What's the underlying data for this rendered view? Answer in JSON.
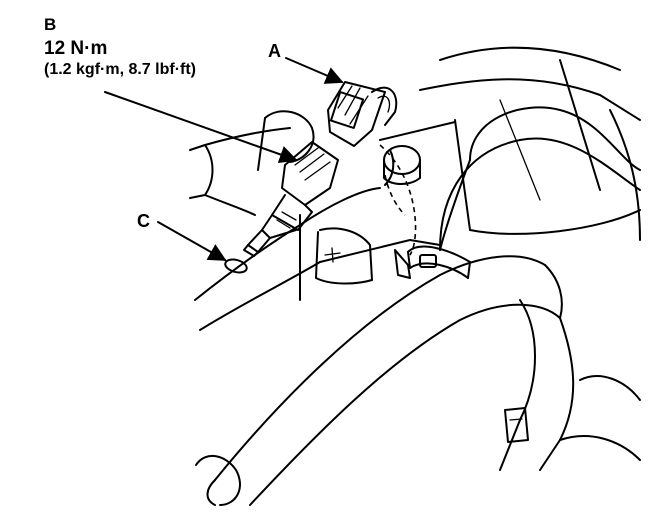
{
  "callouts": {
    "a": {
      "letter": "A"
    },
    "b": {
      "letter": "B",
      "torque": "12 N·m",
      "conversion": "(1.2 kgf·m, 8.7 lbf·ft)"
    },
    "c": {
      "letter": "C"
    }
  },
  "colors": {
    "ink": "#000000",
    "paper": "#ffffff"
  }
}
